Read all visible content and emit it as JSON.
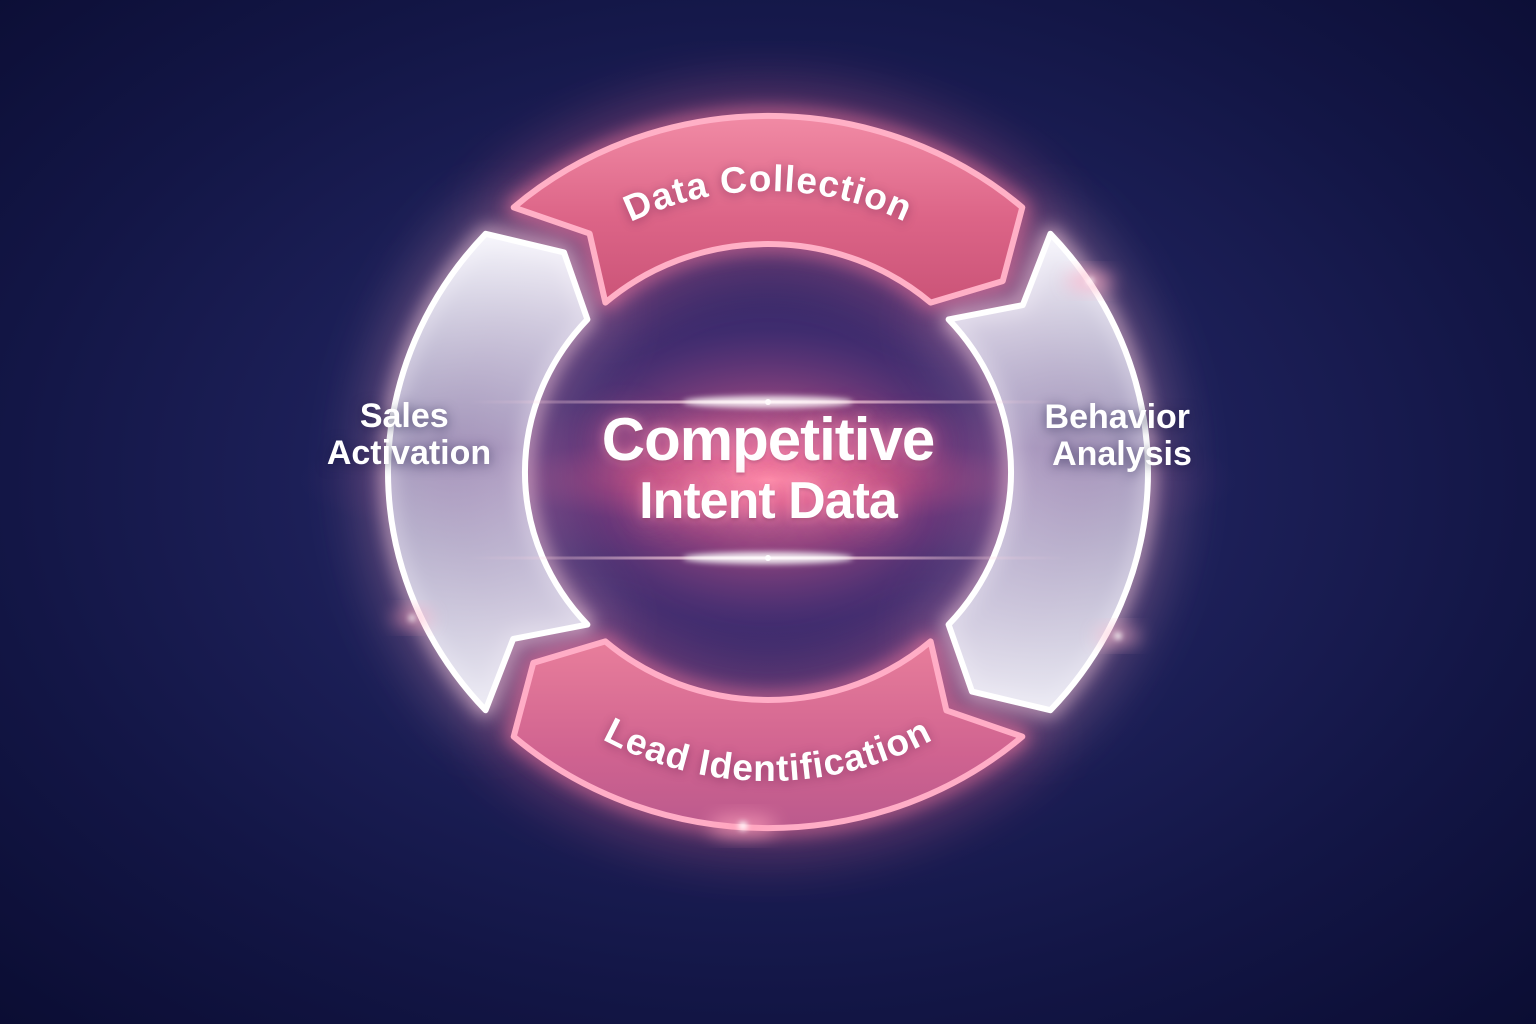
{
  "diagram": {
    "type": "cycle",
    "flow_direction": "clockwise",
    "center_title": {
      "line1": "Competitive",
      "line2": "Intent Data"
    },
    "segments": {
      "top": {
        "label": "Data Collection",
        "fill_style": "pink"
      },
      "right": {
        "label": "Behavior Analysis",
        "label_line1": "Behavior",
        "label_line2": "Analysis",
        "fill_style": "white"
      },
      "bottom": {
        "label": "Lead Identification",
        "fill_style": "pink"
      },
      "left": {
        "label": "Sales Activation",
        "label_line1": "Sales",
        "label_line2": "Activation",
        "fill_style": "white"
      }
    },
    "colors": {
      "background_center": "#2b2e74",
      "background_edge": "#0a0c31",
      "pink_arc": "#d96082",
      "pink_rim": "#ffb0c6",
      "white_arc": "#e6e7f3",
      "white_rim": "#ffffff",
      "center_glow": "#ff7ba2",
      "label_text": "#ffffff"
    }
  }
}
